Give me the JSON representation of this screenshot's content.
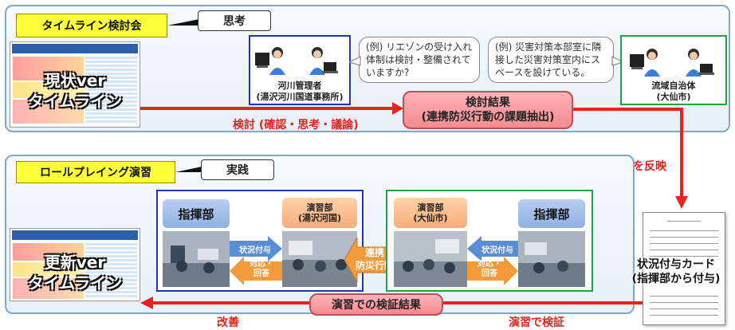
{
  "colors": {
    "accent_red": "#e8231f",
    "yellow_label": "#ffff3a",
    "blue_frame": "#1f35b8",
    "green_frame": "#23a343",
    "pink_result": "#f48a90",
    "orange_arrow": "#f39a3a",
    "blue_arrow": "#5a8fd6"
  },
  "top": {
    "section_label": "タイムライン検討会",
    "mode_tag": "思考",
    "timeline_doc_title_line1": "現状ver",
    "timeline_doc_title_line2": "タイムライン",
    "left_actor": {
      "name_line1": "河川管理者",
      "name_line2": "(湯沢河川国道事務所)"
    },
    "left_speech": "(例) リエゾンの受け入れ体制は検討・整備されていますか?",
    "right_speech": "(例) 災害対策本部室に隣接した災害対策室内にスペースを設けている。",
    "right_actor": {
      "name_line1": "流域自治体",
      "name_line2": "(大仙市)"
    },
    "review_label": "検討 (確認・思考・議論)",
    "result_box_line1": "検討結果",
    "result_box_line2": "(連携防災行動の課題抽出)",
    "reflect_label": "課題を反映"
  },
  "bottom": {
    "section_label": "ロールプレイング演習",
    "mode_tag": "実践",
    "timeline_doc_title_line1": "更新ver",
    "timeline_doc_title_line2": "タイムライン",
    "left_group": {
      "command": "指揮部",
      "exercise_line1": "演習部",
      "exercise_line2": "(湯沢河国)",
      "arrow_give": "状況付与",
      "arrow_reply_line1": "対応・",
      "arrow_reply_line2": "回答"
    },
    "center_arrow_line1": "連携",
    "center_arrow_line2": "防災行動",
    "right_group": {
      "command": "指揮部",
      "exercise_line1": "演習部",
      "exercise_line2": "(大仙市)",
      "arrow_give": "状況付与",
      "arrow_reply_line1": "対応・",
      "arrow_reply_line2": "回答"
    },
    "card_label_line1": "状況付与カード",
    "card_label_line2": "(指揮部から付与)",
    "verify_result_box": "演習での検証結果",
    "verify_label": "演習で検証",
    "improve_label": "改善"
  }
}
